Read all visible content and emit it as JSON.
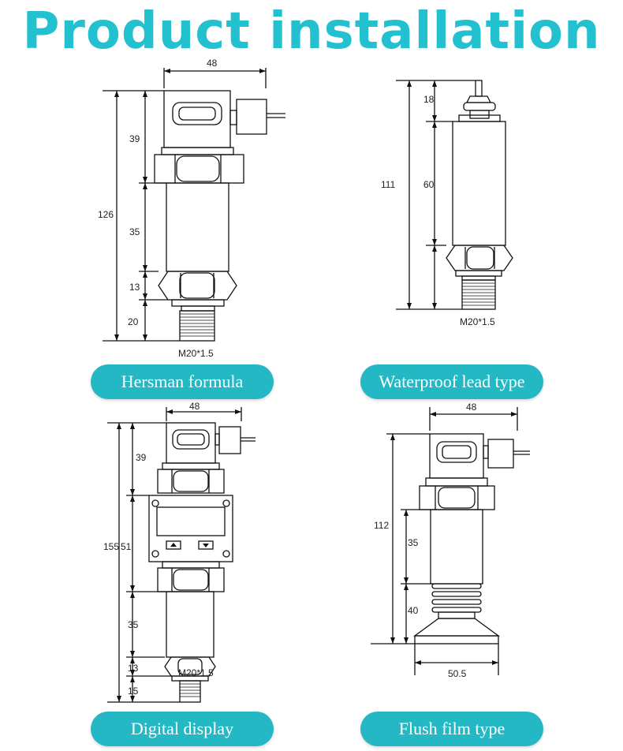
{
  "title": "Product installation",
  "accent_color": "#23c0cf",
  "button_color": "#23b8c4",
  "panels": {
    "hersman": {
      "label": "Hersman formula",
      "dims": {
        "width": "48",
        "d1": "39",
        "total": "126",
        "d2": "35",
        "d3": "13",
        "d4": "20",
        "thread": "M20*1.5"
      }
    },
    "waterproof": {
      "label": "Waterproof lead type",
      "dims": {
        "d1": "18",
        "total": "111",
        "d2": "60",
        "thread": "M20*1.5"
      }
    },
    "digital": {
      "label": "Digital display",
      "dims": {
        "width": "48",
        "d1": "39",
        "total": "155",
        "d2": "51",
        "d3": "35",
        "d4": "13",
        "d5": "15",
        "thread": "M20*1.5"
      }
    },
    "flush": {
      "label": "Flush film type",
      "dims": {
        "width": "48",
        "total": "112",
        "d1": "35",
        "d2": "40",
        "base": "50.5"
      }
    }
  }
}
